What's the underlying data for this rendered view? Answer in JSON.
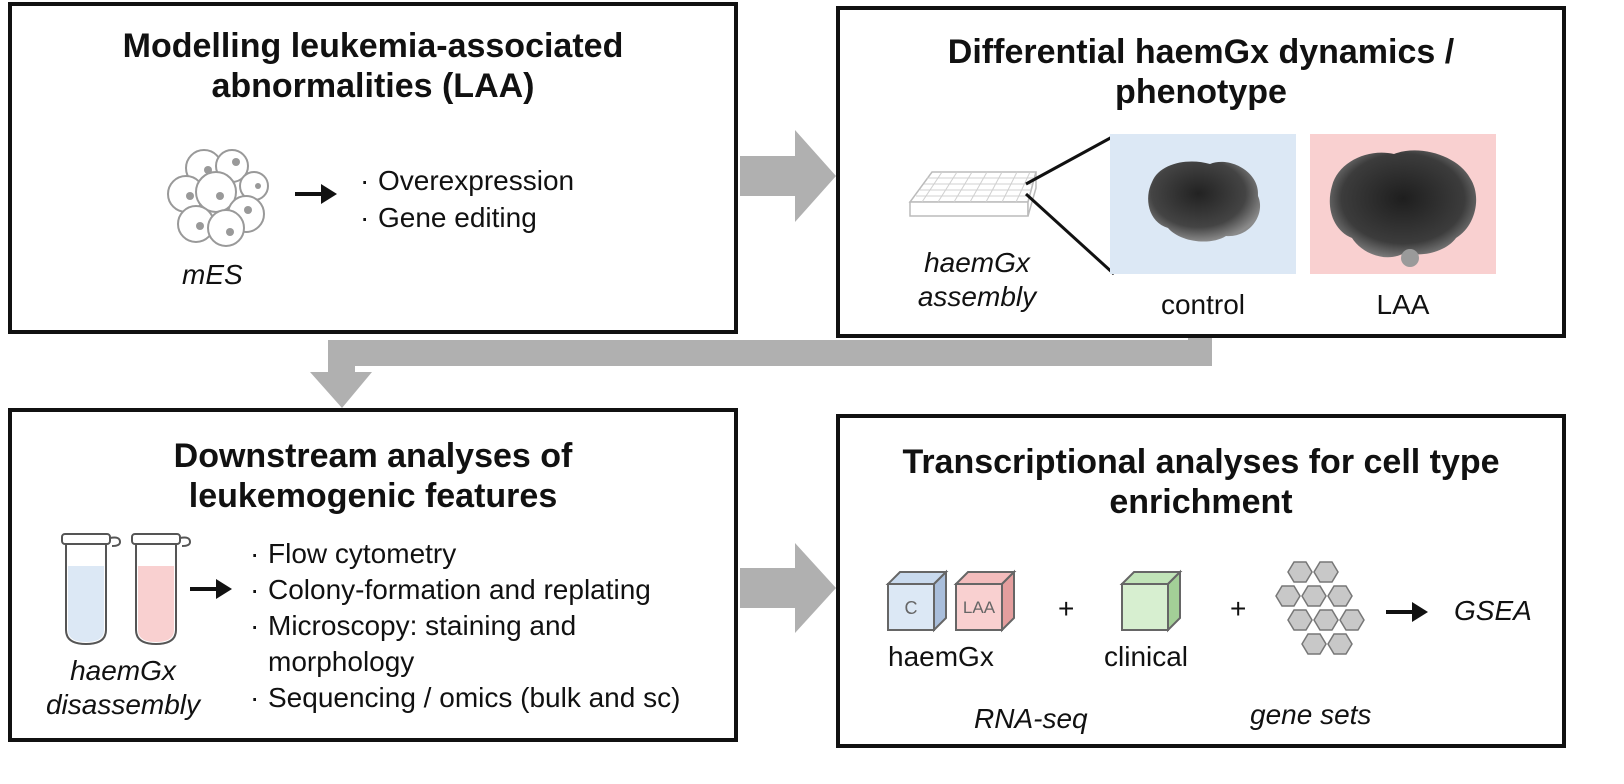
{
  "panels": {
    "top_left": {
      "title_line1": "Modelling leukemia-associated",
      "title_line2": "abnormalities (LAA)",
      "cell_label": "mES",
      "bullets": [
        "Overexpression",
        "Gene editing"
      ]
    },
    "top_right": {
      "title_line1": "Differential haemGx dynamics /",
      "title_line2": "phenotype",
      "assembly_line1": "haemGx",
      "assembly_line2": "assembly",
      "image_labels": [
        "control",
        "LAA"
      ]
    },
    "bottom_left": {
      "title_line1": "Downstream analyses of",
      "title_line2": "leukemogenic features",
      "tube_label_line1": "haemGx",
      "tube_label_line2": "disassembly",
      "bullets": [
        "Flow cytometry",
        "Colony-formation and replating",
        "Microscopy: staining and",
        "morphology",
        "Sequencing / omics (bulk and sc)"
      ]
    },
    "bottom_right": {
      "title_line1": "Transcriptional analyses for cell type",
      "title_line2": "enrichment",
      "cube_c": "C",
      "cube_laa": "LAA",
      "haemgx_label": "haemGx",
      "clinical_label": "clinical",
      "plus": "+",
      "rnaseq_label": "RNA-seq",
      "genesets_label": "gene sets",
      "result_label": "GSEA"
    }
  },
  "colors": {
    "control_bg": "#dce8f5",
    "laa_bg": "#f9d0d0",
    "clinical_cube": "#d7efd0",
    "arrow_gray": "#b0b0b0"
  }
}
